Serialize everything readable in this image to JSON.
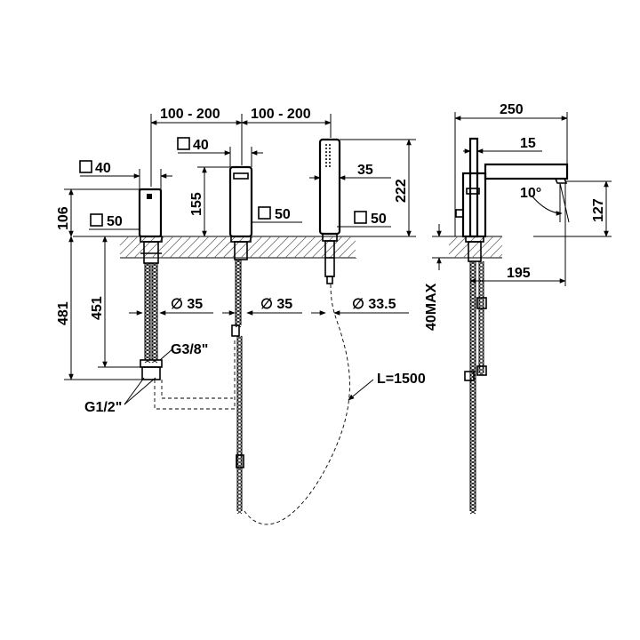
{
  "dimensions": {
    "spacing_left": "100 - 200",
    "spacing_right": "100 - 200",
    "overall_width": "250",
    "square_40_a": "40",
    "square_40_b": "40",
    "square_50_a": "50",
    "square_50_b": "50",
    "square_50_c": "50",
    "height_106": "106",
    "height_155": "155",
    "height_222": "222",
    "width_35": "35",
    "width_15": "15",
    "angle_10": "10°",
    "height_127": "127",
    "reach_195": "195",
    "depth_481": "481",
    "depth_451": "451",
    "dia_35_a": "∅ 35",
    "dia_35_b": "∅ 35",
    "dia_33_5": "∅ 33.5",
    "thread_g38": "G3/8\"",
    "thread_g12": "G1/2\"",
    "max_40": "40MAX",
    "hose_length": "L=1500"
  },
  "symbols": {
    "square": "square-symbol-icon",
    "diameter": "diameter-symbol-icon"
  }
}
